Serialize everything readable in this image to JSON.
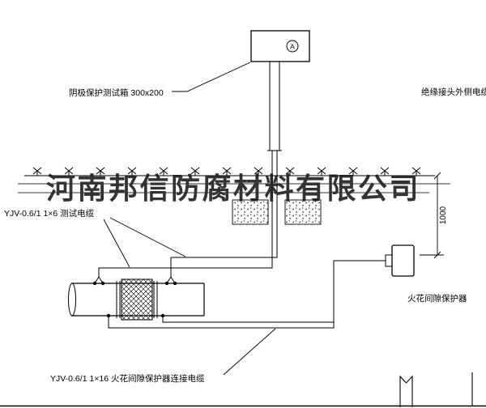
{
  "colors": {
    "line": "#000000",
    "watermark": "#181818",
    "background": "#ffffff"
  },
  "labels": {
    "test_box": "阴极保护测试箱 300x200",
    "insulated_joint_cable": "绝缘接头外侧电缆",
    "meter": "A",
    "test_cable": "YJV-0.6/1 1×6  测试电缆",
    "spark_gap_protector": "火花间隙保护器",
    "spark_gap_cable": "YJV-0.6/1 1×16  火花间隙保护器连接电缆",
    "dimension": "1000"
  },
  "watermark": {
    "company": "河南邦信防腐材料有限公司"
  }
}
